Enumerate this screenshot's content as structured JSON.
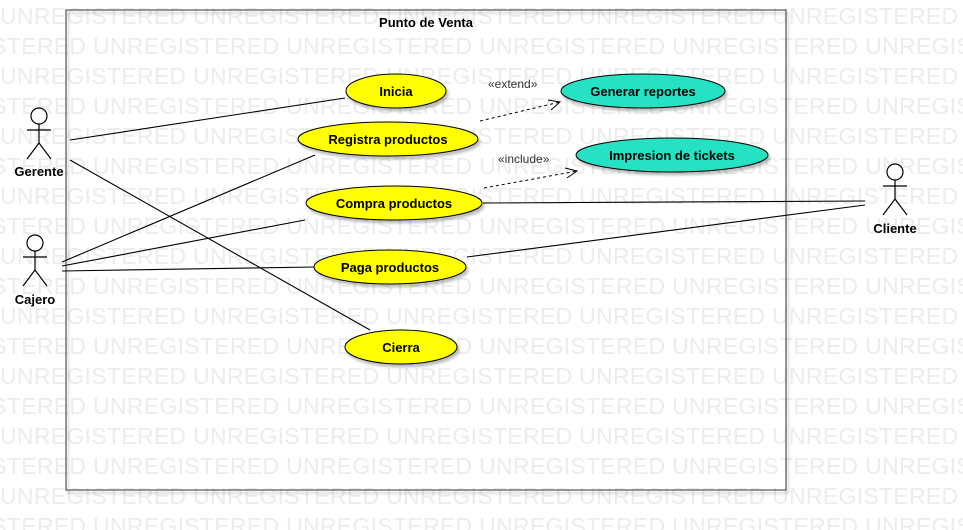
{
  "watermark": "UNREGISTERED",
  "system": {
    "title": "Punto de Venta"
  },
  "actors": {
    "gerente": "Gerente",
    "cajero": "Cajero",
    "cliente": "Cliente"
  },
  "use_cases": {
    "inicia": "Inicia",
    "registra": "Registra productos",
    "compra": "Compra productos",
    "paga": "Paga productos",
    "cierra": "Cierra",
    "generar": "Generar reportes",
    "impresion": "Impresion de tickets"
  },
  "relations": {
    "extend": "«extend»",
    "include": "«include»"
  },
  "colors": {
    "use_case_fill": "#ffff00",
    "extension_fill": "#28e2c4",
    "border": "#000000"
  }
}
